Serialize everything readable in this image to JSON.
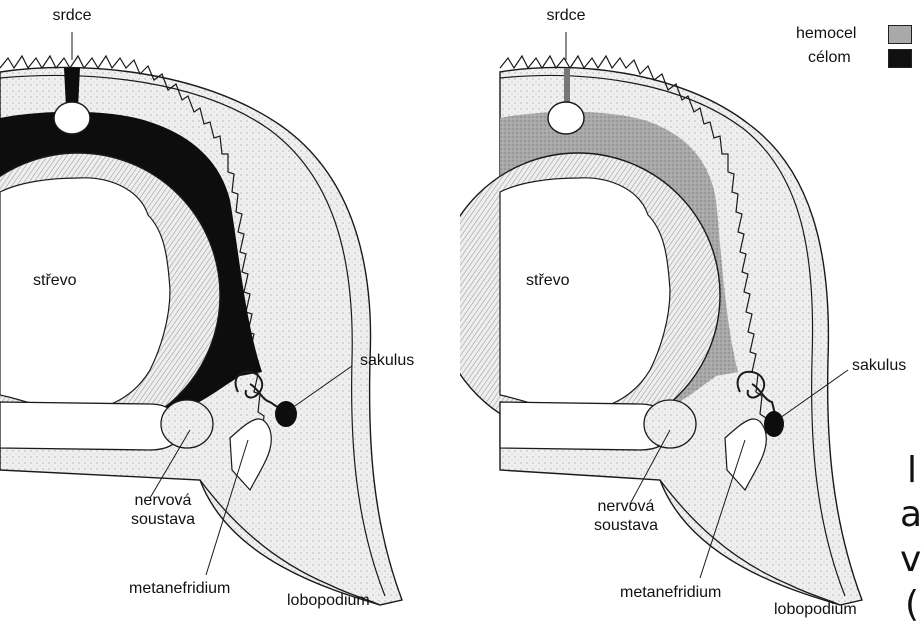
{
  "left_panel": {
    "labels": {
      "heart": "srdce",
      "gut": "střevo",
      "sacculus": "sakulus",
      "nervous_system_line1": "nervová",
      "nervous_system_line2": "soustava",
      "metanephridium": "metanefridium",
      "lobopodium": "lobopodium"
    }
  },
  "right_panel": {
    "labels": {
      "heart": "srdce",
      "gut": "střevo",
      "sacculus": "sakulus",
      "nervous_system_line1": "nervová",
      "nervous_system_line2": "soustava",
      "metanephridium": "metanefridium",
      "lobopodium": "lobopodium"
    },
    "legend": [
      {
        "label": "hemocel",
        "color": "#a9a9a9"
      },
      {
        "label": "célom",
        "color": "#111111"
      }
    ]
  },
  "cropped_text": [
    "l",
    "a",
    "v",
    "("
  ],
  "colors": {
    "cuticle_fill": "#f1f1f1",
    "tissue_fill": "#e3e3e3",
    "gut_wall_fill": "#d7d7d7",
    "coelom_fill": "#0d0d0d",
    "hemocoel_fill": "#a9a9a9",
    "outline": "#1a1a1a"
  }
}
